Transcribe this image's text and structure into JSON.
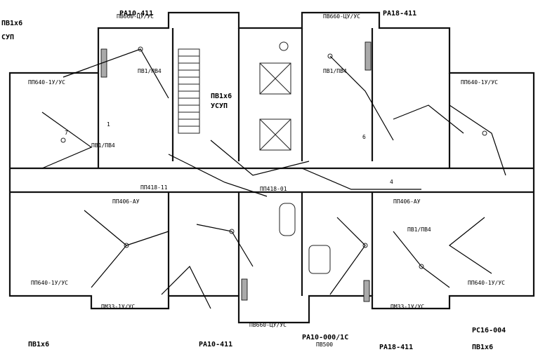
{
  "labels": {
    "pa_top_left": "PA10-411",
    "pa_top_right": "PA18-411",
    "pa_bottom_left": "PA10-411",
    "pa_bottom_center": "PA10-000/1С",
    "pa_bottom_right": "PA18-411",
    "pv_top_left": "ПВ1х6",
    "sup_top_left": "СУП",
    "pv_bottom_left": "ПВ1х6",
    "pv_bottom_right": "ПВ1х6",
    "pv_center": "ПВ1х6",
    "sup_center": "УСУП",
    "pc_bottom_right": "PC16-004",
    "pv500": "ПВ500",
    "shaft_top_left": "ПВ660-ЦУ/УС",
    "shaft_top_right": "ПВ660-ЦУ/УС",
    "shaft_bottom": "ПВ660-ЦУ/УС",
    "room_tl": "ПП640-1У/УС",
    "room_tr": "ПП640-1У/УС",
    "room_ml": "ПП406-АУ",
    "room_mr": "ПП406-АУ",
    "room_bl": "ПМ33-1У/УС",
    "room_br": "ПМ33-1У/УС",
    "floor_l": "ПП640-1У/УС",
    "floor_r": "ПП640-1У/УС",
    "center_l": "ПП418-11",
    "center_r": "ПП418-01",
    "switch_1": "ПВ1/ПВ4",
    "switch_2": "ПВ1/ПВ4",
    "switch_3": "ПВ1/ПВ4",
    "switch_4": "ПВ1/ПВ4",
    "num_1": "1",
    "num_2": "4",
    "num_3": "6",
    "num_4": "7"
  }
}
